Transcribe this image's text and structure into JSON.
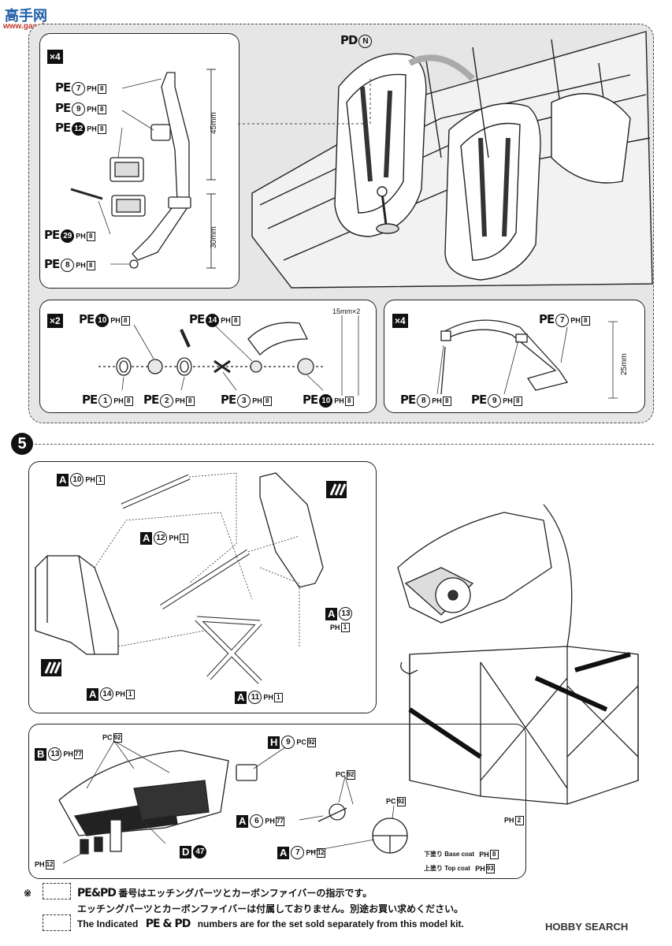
{
  "brand": {
    "logo_text": "高手网",
    "url": "www.gaoshou.com",
    "watermark": "HOBBY SEARCH"
  },
  "step": {
    "number": "5"
  },
  "multipliers": {
    "belt4": "×4",
    "ring2": "×2",
    "belt4b": "×4"
  },
  "callouts": {
    "pd_n": {
      "prefix": "PD",
      "num": "N"
    },
    "pe7": {
      "prefix": "PE",
      "num": "7",
      "ph": "PH",
      "box": "8"
    },
    "pe9": {
      "prefix": "PE",
      "num": "9",
      "ph": "PH",
      "box": "8"
    },
    "pe12": {
      "prefix": "PE",
      "num": "12",
      "ph": "PH",
      "box": "8"
    },
    "pe29": {
      "prefix": "PE",
      "num": "29",
      "ph": "PH",
      "box": "8"
    },
    "pe8": {
      "prefix": "PE",
      "num": "8",
      "ph": "PH",
      "box": "8"
    },
    "pe10a": {
      "prefix": "PE",
      "num": "10",
      "ph": "PH",
      "box": "8"
    },
    "pe14": {
      "prefix": "PE",
      "num": "14",
      "ph": "PH",
      "box": "8"
    },
    "pe1": {
      "prefix": "PE",
      "num": "1",
      "ph": "PH",
      "box": "8"
    },
    "pe2": {
      "prefix": "PE",
      "num": "2",
      "ph": "PH",
      "box": "8"
    },
    "pe3": {
      "prefix": "PE",
      "num": "3",
      "ph": "PH",
      "box": "8"
    },
    "pe10b": {
      "prefix": "PE",
      "num": "10",
      "ph": "PH",
      "box": "8"
    },
    "pe7b": {
      "prefix": "PE",
      "num": "7",
      "ph": "PH",
      "box": "8"
    },
    "pe8b": {
      "prefix": "PE",
      "num": "8",
      "ph": "PH",
      "box": "8"
    },
    "pe9b": {
      "prefix": "PE",
      "num": "9",
      "ph": "PH",
      "box": "8"
    },
    "a10": {
      "part": "A",
      "num": "10",
      "ph": "PH",
      "box": "1"
    },
    "a12": {
      "part": "A",
      "num": "12",
      "ph": "PH",
      "box": "1"
    },
    "a13": {
      "part": "A",
      "num": "13",
      "ph": "PH",
      "box": "1"
    },
    "a14": {
      "part": "A",
      "num": "14",
      "ph": "PH",
      "box": "1"
    },
    "a11": {
      "part": "A",
      "num": "11",
      "ph": "PH",
      "box": "1"
    },
    "b13": {
      "part": "B",
      "num": "13",
      "ph": "PH",
      "box": "77"
    },
    "h9": {
      "part": "H",
      "num": "9",
      "ph": "PC",
      "box": "92"
    },
    "a6": {
      "part": "A",
      "num": "6",
      "ph": "PH",
      "box": "77"
    },
    "a7": {
      "part": "A",
      "num": "7",
      "ph": "PH",
      "box": "12"
    },
    "d47": {
      "part": "D",
      "num": "47"
    },
    "pc92a": {
      "ph": "PC",
      "box": "92"
    },
    "pc92b": {
      "ph": "PC",
      "box": "92"
    },
    "pc92c": {
      "ph": "PC",
      "box": "92"
    },
    "ph12": {
      "ph": "PH",
      "box": "12"
    },
    "ph2": {
      "ph": "PH",
      "box": "2"
    }
  },
  "dimensions": {
    "d45": "45mm",
    "d30": "30mm",
    "d15": "15mm×2",
    "d25": "25mm"
  },
  "coats": {
    "base_label": "下塗り Base coat",
    "base_ph": "PH",
    "base_box": "8",
    "top_label": "上塗り Top coat",
    "top_ph": "PH",
    "top_box": "93"
  },
  "notes": {
    "mark": "※",
    "jp1_prefix": "PE&PD",
    "jp1": "番号はエッチングパーツとカーボンファイバーの指示です。",
    "jp2": "エッチングパーツとカーボンファイバーは付属しておりません。別途お買い求めください。",
    "en_prefix": "The Indicated",
    "en_pepd": "PE & PD",
    "en": "numbers are for the set sold separately from this model kit."
  }
}
